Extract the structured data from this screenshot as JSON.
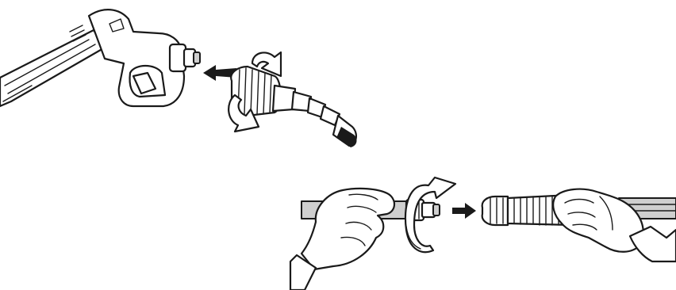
{
  "figure": {
    "steps": [
      {
        "step": "attach-lance-to-trigger-gun",
        "rotation": "twist-to-lock",
        "arrow": "left"
      },
      {
        "step": "connect-hose-coupling",
        "rotation": "twist-to-lock",
        "arrow": "right"
      }
    ],
    "colors": {
      "line": "#1a1a1a",
      "fill": "#ffffff",
      "shade": "#cfcfcf"
    }
  }
}
